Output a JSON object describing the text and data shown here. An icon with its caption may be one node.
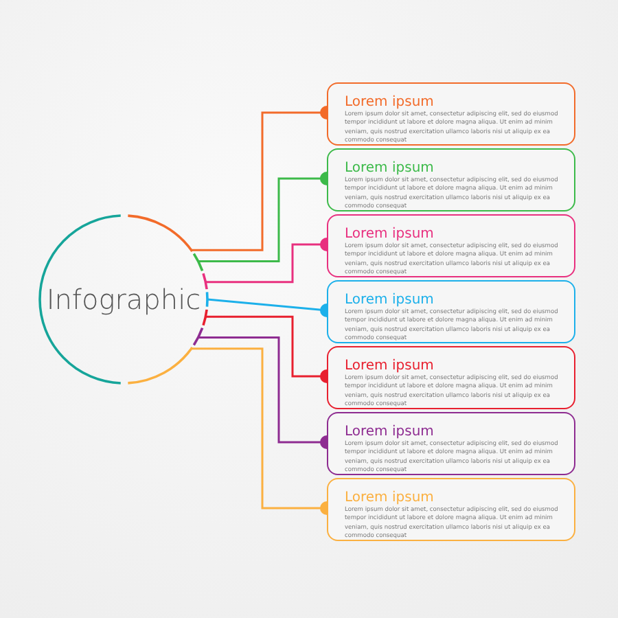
{
  "diagram": {
    "nodes": [
      {
        "text": [
          "Infographic"
        ]
      },
      {
        "text": [
          "Lorem ipsum",
          "Lorem ipsum dolor sit amet, consectetur adipiscing elit, sed do eiusmod tempor incididunt ut labore et dolore magna aliqua. Ut enim ad minim veniam, quis nostrud exercitation ullamco laboris nisi ut aliquip ex ea commodo consequat"
        ]
      },
      {
        "text": [
          "Lorem ipsum",
          "Lorem ipsum dolor sit amet, consectetur adipiscing elit, sed do eiusmod tempor incididunt ut labore et dolore magna aliqua. Ut enim ad minim veniam, quis nostrud exercitation ullamco laboris nisi ut aliquip ex ea commodo consequat"
        ]
      },
      {
        "text": [
          "Lorem ipsum",
          "Lorem ipsum dolor sit amet, consectetur adipiscing elit, sed do eiusmod tempor incididunt ut labore et dolore magna aliqua. Ut enim ad minim veniam, quis nostrud exercitation ullamco laboris nisi ut aliquip ex ea commodo consequat"
        ]
      },
      {
        "text": [
          "Lorem ipsum",
          "Lorem ipsum dolor sit amet, consectetur adipiscing elit, sed do eiusmod tempor incididunt ut labore et dolore magna aliqua. Ut enim ad minim veniam, quis nostrud exercitation ullamco laboris nisi ut aliquip ex ea commodo consequat"
        ]
      },
      {
        "text": [
          "Lorem ipsum",
          "Lorem ipsum dolor sit amet, consectetur adipiscing elit, sed do eiusmod tempor incididunt ut labore et dolore magna aliqua. Ut enim ad minim veniam, quis nostrud exercitation ullamco laboris nisi ut aliquip ex ea commodo consequat"
        ]
      },
      {
        "text": [
          "Lorem ipsum",
          "Lorem ipsum dolor sit amet, consectetur adipiscing elit, sed do eiusmod tempor incididunt ut labore et dolore magna aliqua. Ut enim ad minim veniam, quis nostrud exercitation ullamco laboris nisi ut aliquip ex ea commodo consequat"
        ]
      },
      {
        "text": [
          "Lorem ipsum",
          "Lorem ipsum dolor sit amet, consectetur adipiscing elit, sed do eiusmod tempor incididunt ut labore et dolore magna aliqua. Ut enim ad minim veniam, quis nostrud exercitation ullamco laboris nisi ut aliquip ex ea commodo consequat"
        ]
      }
    ],
    "edges": [
      {
        "from": 0,
        "to": 1,
        "arrow": "other",
        "color": "#f26b2a"
      },
      {
        "from": 0,
        "to": 2,
        "arrow": "other",
        "color": "#3dba4a"
      },
      {
        "from": 0,
        "to": 3,
        "arrow": "other",
        "color": "#e8307f"
      },
      {
        "from": 0,
        "to": 4,
        "arrow": "other",
        "color": "#1cb0ea"
      },
      {
        "from": 0,
        "to": 5,
        "arrow": "other",
        "color": "#e8202f"
      },
      {
        "from": 0,
        "to": 6,
        "arrow": "other",
        "color": "#8e2c91"
      },
      {
        "from": 0,
        "to": 7,
        "arrow": "other",
        "color": "#fbb040"
      }
    ]
  }
}
